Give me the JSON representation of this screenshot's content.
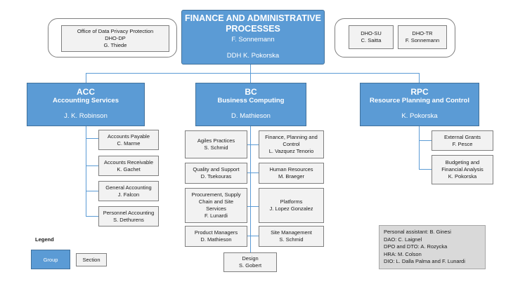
{
  "top": {
    "title_line1": "FINANCE AND ADMINISTRATIVE",
    "title_line2": "PROCESSES",
    "head": "F. Sonnemann",
    "deputy": "DDH K. Pokorska"
  },
  "left_panel": {
    "box": {
      "line1": "Office of Data Privacy Protection",
      "line2": "DHO-DP",
      "line3": "G. Thiede"
    }
  },
  "right_panel": {
    "boxes": [
      {
        "line1": "DHO-SU",
        "line2": "C. Saitta"
      },
      {
        "line1": "DHO-TR",
        "line2": "F. Sonnemann"
      }
    ]
  },
  "groups": {
    "acc": {
      "abbr": "ACC",
      "name": "Accounting Services",
      "head": "J. K. Robinson"
    },
    "bc": {
      "abbr": "BC",
      "name": "Business Computing",
      "head": "D. Mathieson"
    },
    "rpc": {
      "abbr": "RPC",
      "name": "Resource Planning and Control",
      "head": "K. Pokorska"
    }
  },
  "acc_sections": [
    {
      "line1": "Accounts Payable",
      "line2": "C. Marme"
    },
    {
      "line1": "Accounts Receivable",
      "line2": "K. Gachet"
    },
    {
      "line1": "General Accounting",
      "line2": "J. Falcon"
    },
    {
      "line1": "Personnel Accounting",
      "line2": "S. Dethurens"
    }
  ],
  "bc_left_sections": [
    {
      "lines": [
        "Agiles Practices",
        "S. Schmid"
      ]
    },
    {
      "lines": [
        "Quality and Support",
        "D. Tsekouras"
      ]
    },
    {
      "lines": [
        "Procurement, Supply",
        "Chain and Site",
        "Services",
        "F. Lunardi"
      ]
    },
    {
      "lines": [
        "Product Managers",
        "D. Mathieson"
      ]
    }
  ],
  "bc_right_sections": [
    {
      "lines": [
        "Finance, Planning and",
        "Control",
        "L. Vazquez Tenorio"
      ]
    },
    {
      "lines": [
        "Human Resources",
        "M. Braeger"
      ]
    },
    {
      "lines": [
        "Platforms",
        "J. Lopez Gonzalez"
      ]
    },
    {
      "lines": [
        "Site Management",
        "S. Schmid"
      ]
    }
  ],
  "bc_bottom": {
    "line1": "Design",
    "line2": "S. Gobert"
  },
  "rpc_sections": [
    {
      "lines": [
        "External Grants",
        "F. Pesce"
      ]
    },
    {
      "lines": [
        "Budgeting and",
        "Financial Analysis",
        "K. Pokorska"
      ]
    }
  ],
  "legend": {
    "title": "Legend",
    "group_label": "Group",
    "section_label": "Section"
  },
  "notes": [
    "Personal assistant: B. Ginesi",
    "DAO: C. Laignel",
    "DPO and DTO: A. Rozycka",
    "HRA: M. Colson",
    "DIO: L. Dalla Palma and F. Lunardi"
  ],
  "colors": {
    "group_blue": "#5b9bd5",
    "section_grey": "#f2f2f2",
    "notes_grey": "#d9d9d9"
  }
}
